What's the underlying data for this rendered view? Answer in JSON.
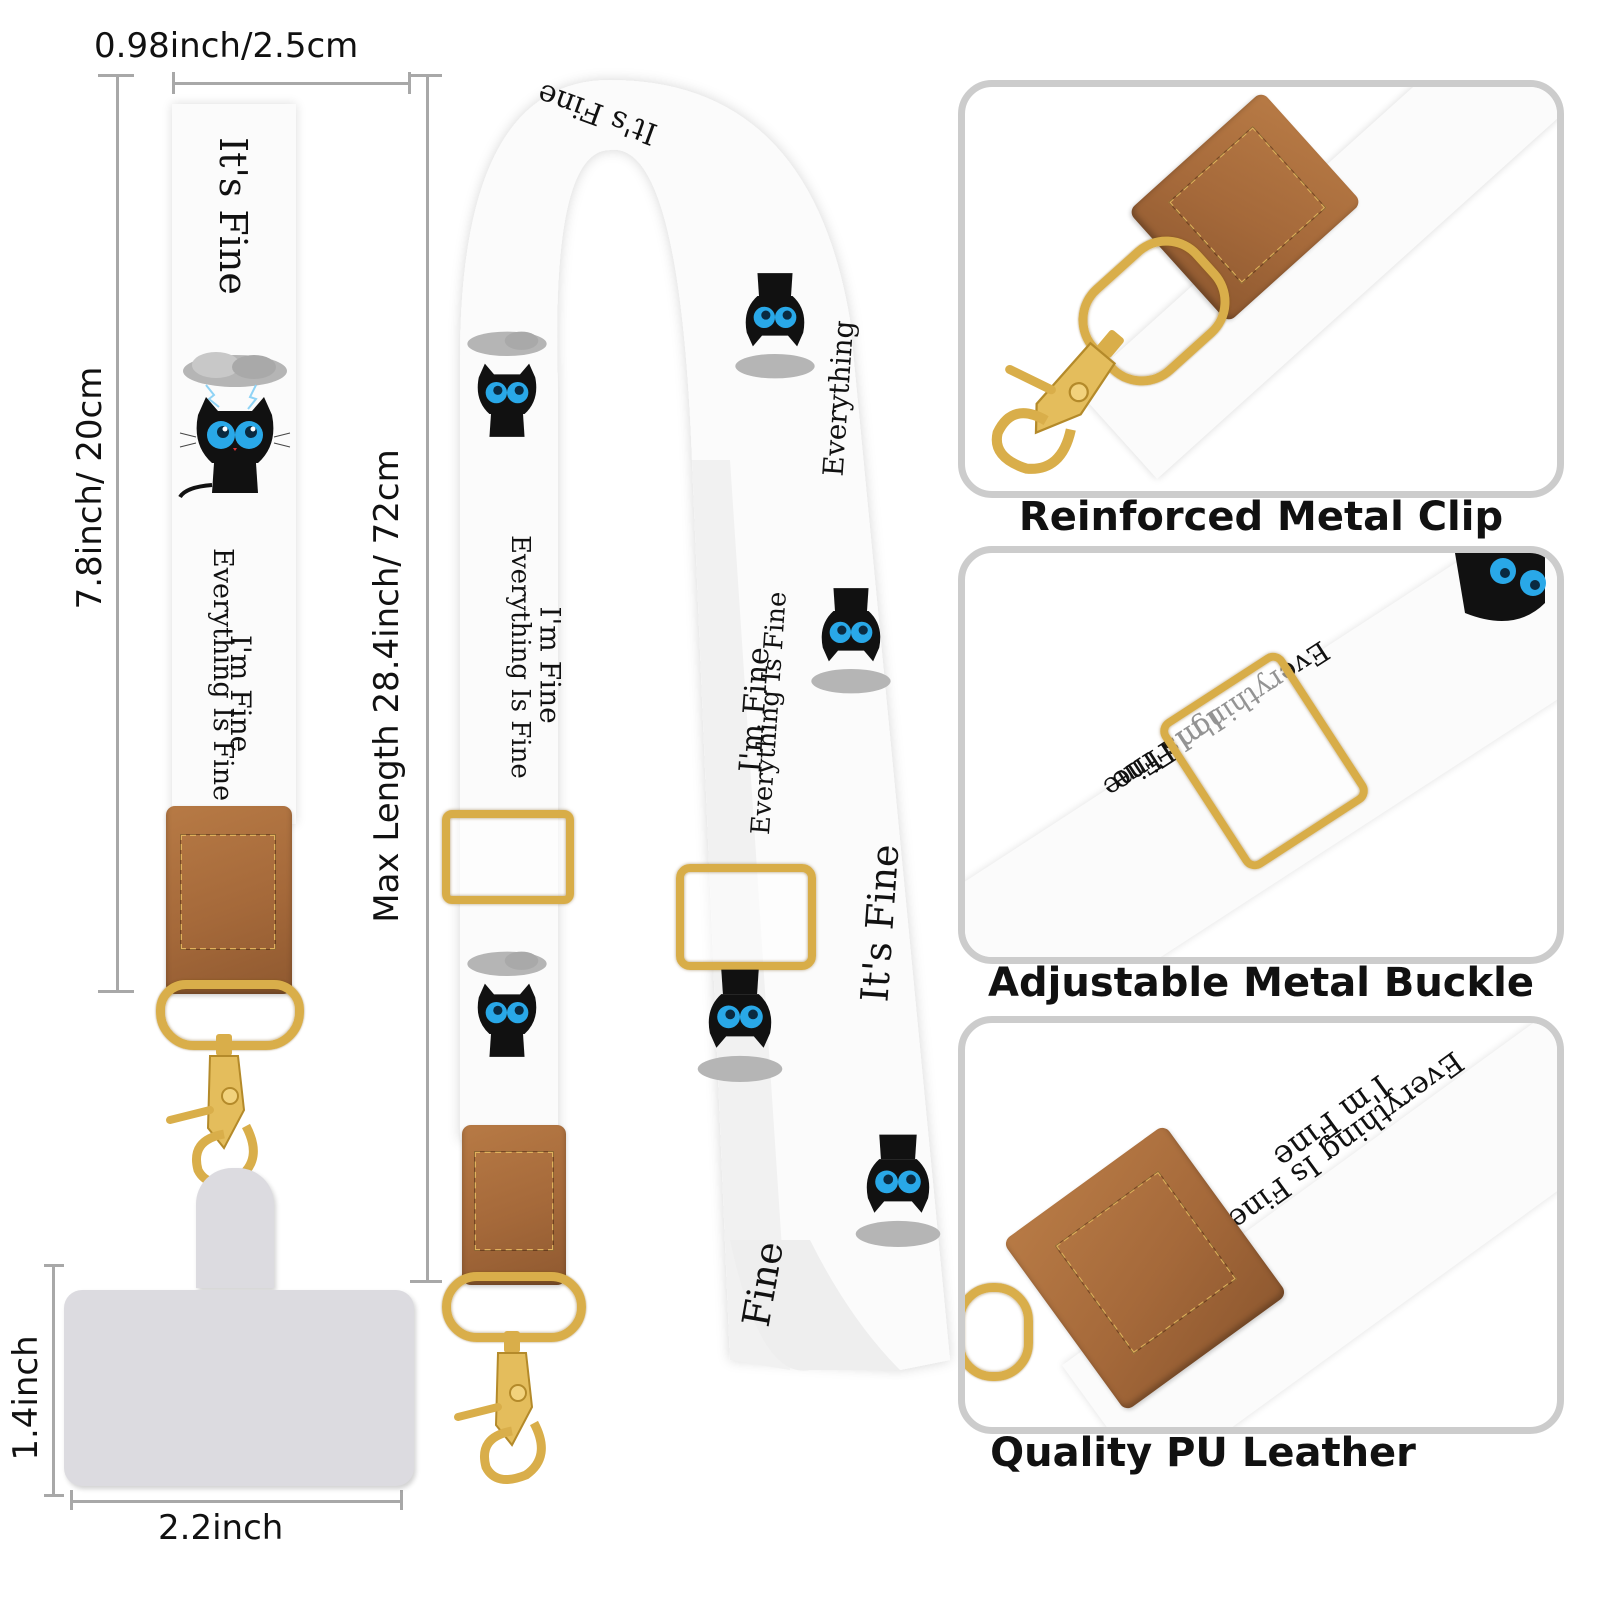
{
  "dimensions": {
    "strap_width": "0.98inch/2.5cm",
    "short_strap_length": "7.8inch/ 20cm",
    "max_length": "Max Length 28.4inch/ 72cm",
    "tab_height": "1.4inch",
    "tab_width": "2.2inch"
  },
  "strap_print": {
    "phrase_short": "It's Fine",
    "phrase_line1": "I'm Fine",
    "phrase_line2": "Everything Is Fine",
    "phrase_word": "Everything",
    "phrase_fine": "Fine"
  },
  "features": [
    {
      "caption": "Reinforced Metal Clip"
    },
    {
      "caption": "Adjustable Metal Buckle"
    },
    {
      "caption": "Quality PU Leather"
    }
  ],
  "colors": {
    "strap": "#fbfbfb",
    "leather": "#a5693a",
    "stitching": "#e0b15c",
    "gold_hardware": "#d9ae4a",
    "cat_eye": "#29a8e8",
    "panel_border": "#cccccc",
    "tab": "#dcdbe0",
    "dimension_line": "#a8a8a8"
  }
}
